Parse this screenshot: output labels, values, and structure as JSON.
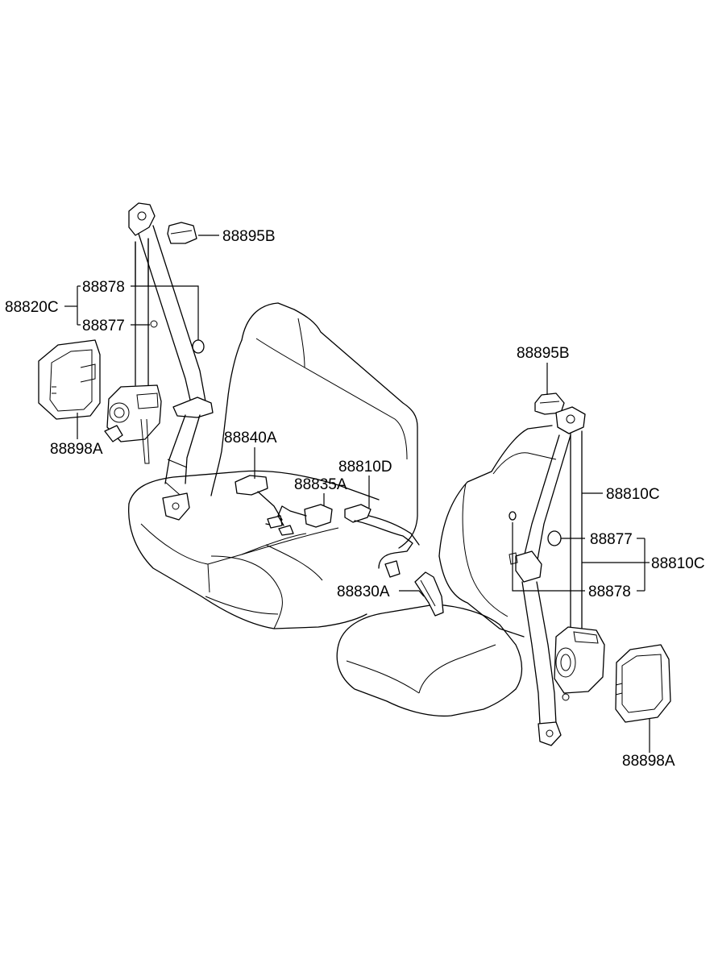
{
  "labels": {
    "l_88895B_left": "88895B",
    "l_88878_left": "88878",
    "l_88820C": "88820C",
    "l_88877_left": "88877",
    "l_88898A_left": "88898A",
    "l_88840A": "88840A",
    "l_88810D": "88810D",
    "l_88835A": "88835A",
    "l_88830A": "88830A",
    "l_88895B_right": "88895B",
    "l_88810C_top": "88810C",
    "l_88877_right": "88877",
    "l_88810C_right": "88810C",
    "l_88878_right": "88878",
    "l_88898A_right": "88898A"
  }
}
